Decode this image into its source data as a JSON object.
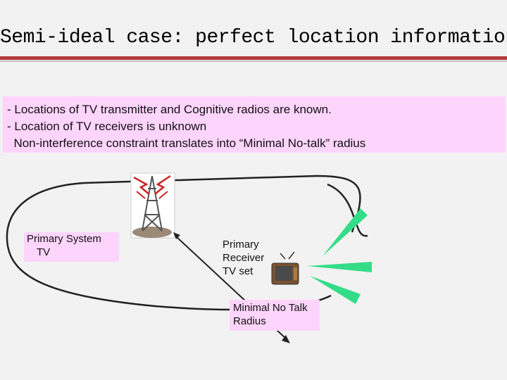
{
  "title": "Semi-ideal case: perfect location information",
  "bullets": [
    "- Locations of TV transmitter and Cognitive radios are known.",
    "- Location of TV receivers is unknown",
    "  Non-interference constraint translates into “Minimal No-talk” radius"
  ],
  "labels": {
    "primary_system_line1": "Primary System",
    "primary_system_line2": "TV",
    "receiver_line1": "Primary",
    "receiver_line2": "Receiver",
    "receiver_line3": "TV set",
    "radius_line1": "Minimal No Talk",
    "radius_line2": "Radius"
  },
  "colors": {
    "accent_rule": "#b23a3a",
    "highlight": "#fdd4fc",
    "beam": "#33dd88",
    "lightning": "#cc2222"
  },
  "icons": [
    "transmitter-tower-icon",
    "tv-set-icon",
    "lightning-icon",
    "radio-beam-icon"
  ]
}
